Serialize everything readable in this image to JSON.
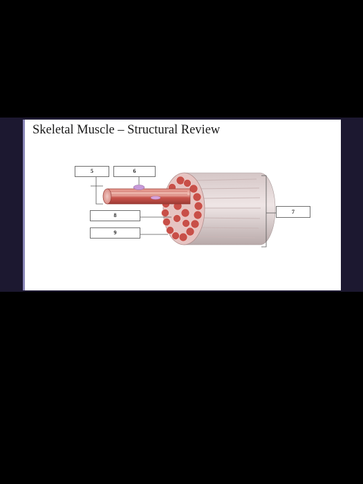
{
  "slide": {
    "title": "Skeletal Muscle – Structural Review"
  },
  "labels": [
    {
      "id": "label-5",
      "text": "5"
    },
    {
      "id": "label-6",
      "text": "6"
    },
    {
      "id": "label-7",
      "text": "7"
    },
    {
      "id": "label-8",
      "text": "8"
    },
    {
      "id": "label-9",
      "text": "9"
    }
  ],
  "colors": {
    "background": "#000000",
    "slide_frame": "#1c1830",
    "slide_accent": "#8a87b8",
    "fiber_red": "#c8564e",
    "fascicle_pink": "#e7b2ae",
    "muscle_outer": "#d9d0d0"
  }
}
